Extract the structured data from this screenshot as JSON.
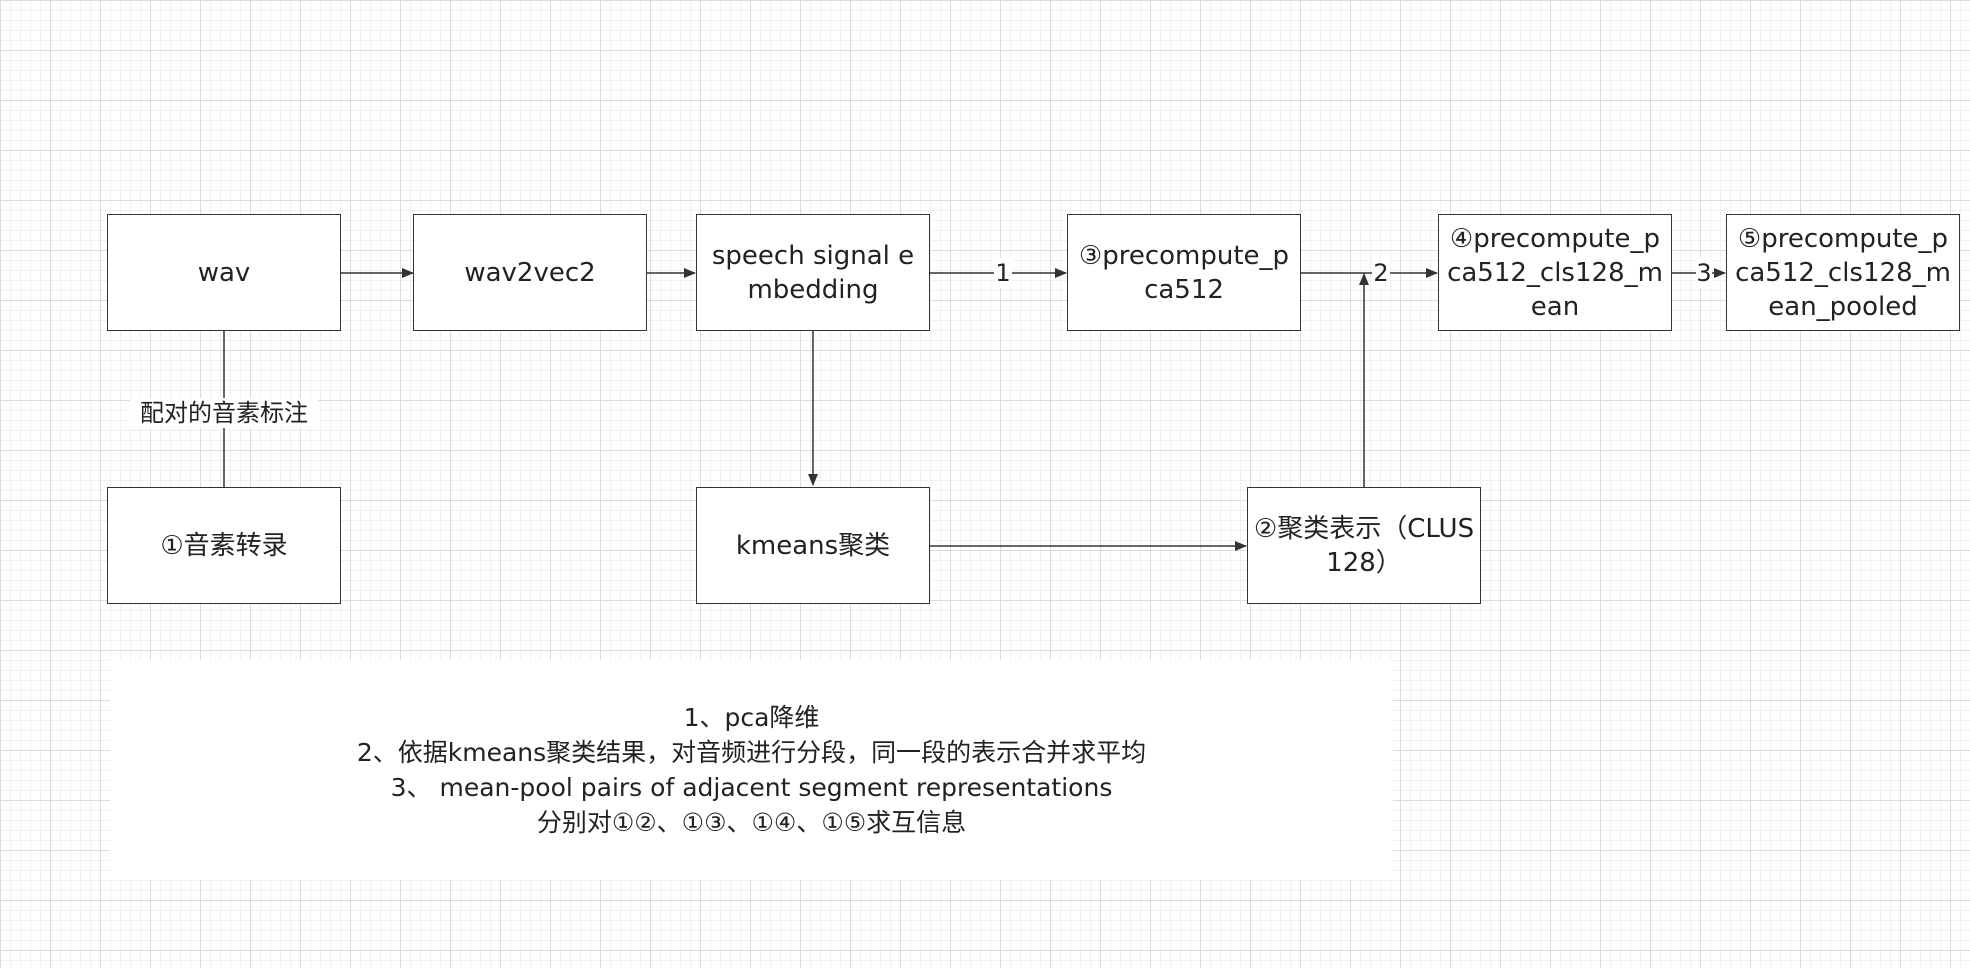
{
  "nodes": {
    "wav": "wav",
    "wav2vec2": "wav2vec2",
    "embedding": "speech signal embedding",
    "pca": "③precompute_pca512",
    "mean": "④precompute_pca512_cls128_mean",
    "pooled": "⑤precompute_pca512_cls128_mean_pooled",
    "transcription": "①音素转录",
    "kmeans": "kmeans聚类",
    "cluster": "②聚类表示（CLUS128）"
  },
  "edge_labels": {
    "annotation": "配对的音素标注",
    "step1": "1",
    "step2": "2",
    "step3": "3"
  },
  "notes": [
    "1、pca降维",
    "2、依据kmeans聚类结果，对音频进行分段，同一段的表示合并求平均",
    "3、 mean-pool pairs of adjacent segment representations",
    "分别对①②、①③、①④、①⑤求互信息"
  ],
  "colors": {
    "stroke": "#333333",
    "text": "#222222",
    "grid": "#dcdcdc",
    "background": "#ffffff"
  }
}
